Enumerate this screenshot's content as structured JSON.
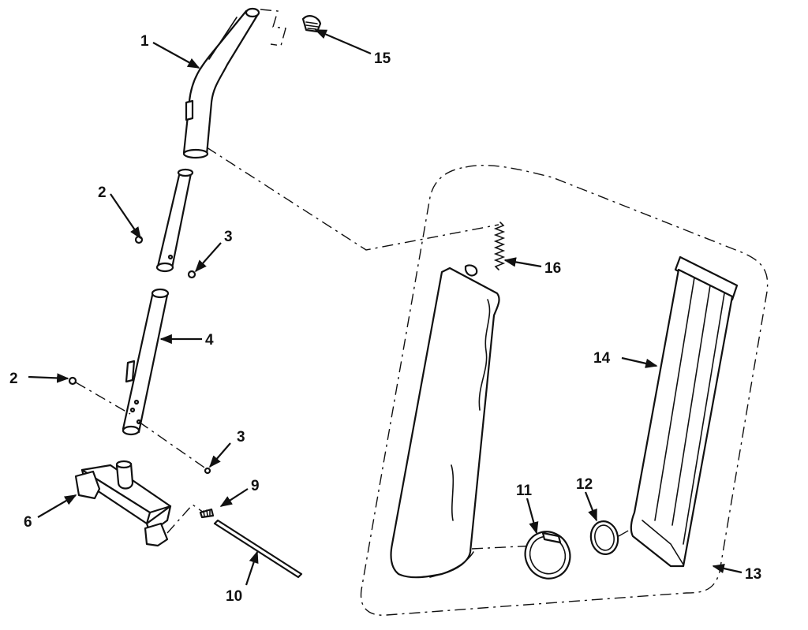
{
  "labels": {
    "p1": "1",
    "p2a": "2",
    "p2b": "2",
    "p3a": "3",
    "p3b": "3",
    "p4": "4",
    "p6": "6",
    "p9": "9",
    "p10": "10",
    "p11": "11",
    "p12": "12",
    "p13": "13",
    "p14": "14",
    "p15": "15",
    "p16": "16"
  }
}
